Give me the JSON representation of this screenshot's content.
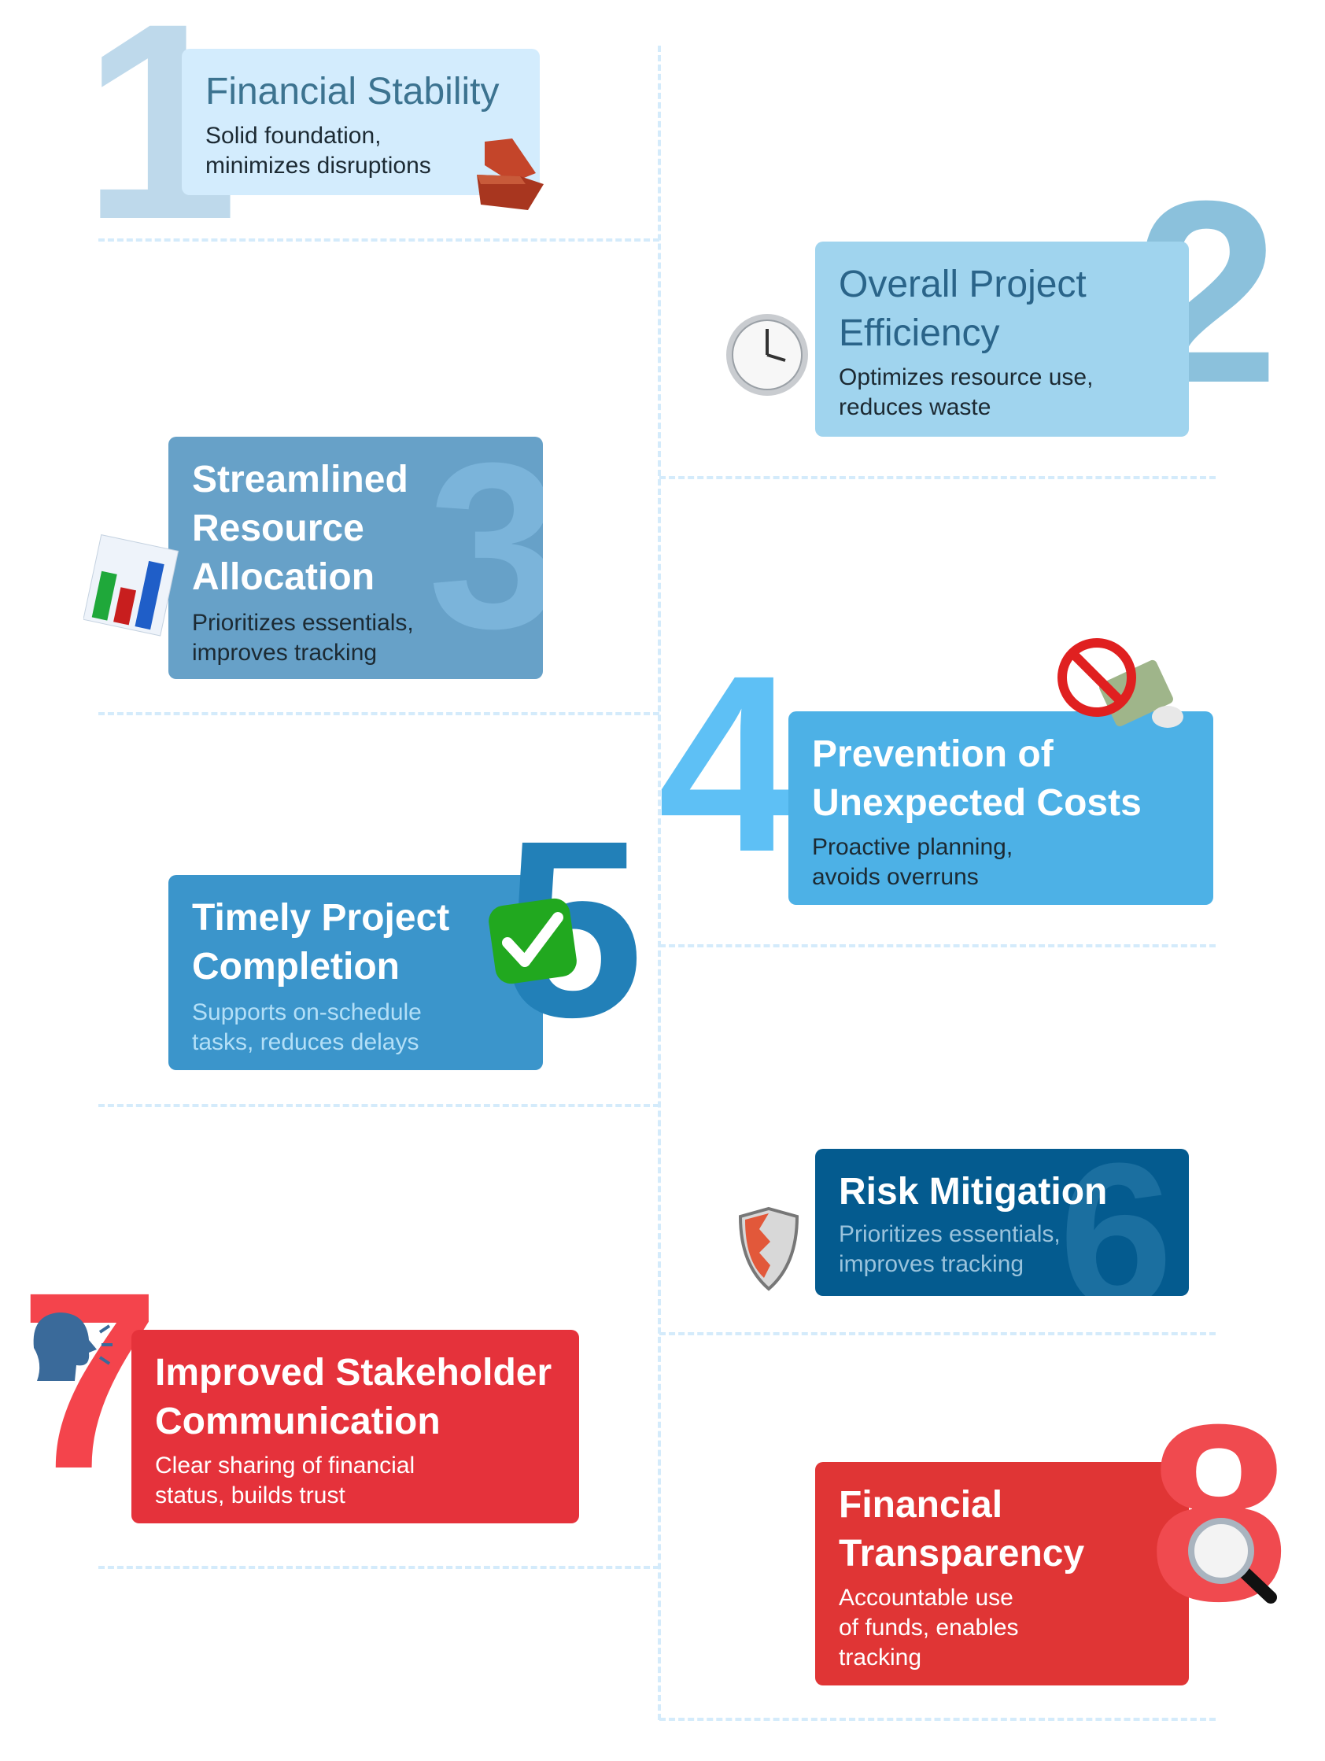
{
  "items": [
    {
      "number": "1",
      "title": "Financial Stability",
      "desc": "Solid foundation, minimizes disruptions",
      "icon": "brick-icon",
      "bg": "#d3ecfd",
      "title_color": "#3c7390",
      "desc_color": "#1c2a33",
      "num_color": "#bed9eb"
    },
    {
      "number": "2",
      "title": "Overall Project Efficiency",
      "desc": "Optimizes resource use, reduces waste",
      "icon": "clock-icon",
      "bg": "#a0d4ee",
      "title_color": "#2a6489",
      "desc_color": "#1c2a33",
      "num_color": "#8bc1dc"
    },
    {
      "number": "3",
      "title": "Streamlined Resource Allocation",
      "desc": "Prioritizes essentials, improves tracking",
      "icon": "bar-chart-icon",
      "bg": "#67a1c8",
      "title_color": "#ffffff",
      "desc_color": "#1c2a33",
      "num_color": "#7bb4da"
    },
    {
      "number": "4",
      "title": "Prevention of Unexpected Costs",
      "desc": "Proactive planning, avoids overruns",
      "icon": "no-money-icon",
      "bg": "#4db1e6",
      "title_color": "#ffffff",
      "desc_color": "#1c2a33",
      "num_color": "#5ec0f5"
    },
    {
      "number": "5",
      "title": "Timely Project Completion",
      "desc": "Supports on-schedule tasks, reduces delays",
      "icon": "check-mark-icon",
      "bg": "#3b95cb",
      "title_color": "#ffffff",
      "desc_color": "#b3dff7",
      "num_color": "#2280b8"
    },
    {
      "number": "6",
      "title": "Risk Mitigation",
      "desc": "Prioritizes essentials, improves tracking",
      "icon": "shield-icon",
      "bg": "#045b8f",
      "title_color": "#ffffff",
      "desc_color": "#9ac3dc",
      "num_color": "#1b6fa0"
    },
    {
      "number": "7",
      "title": "Improved Stakeholder Communication",
      "desc": "Clear sharing of financial status, builds trust",
      "icon": "speaking-head-icon",
      "bg": "#e5323b",
      "title_color": "#ffffff",
      "desc_color": "#ffffff",
      "num_color": "#f4444c"
    },
    {
      "number": "8",
      "title": "Financial Transparency",
      "desc": "Accountable use of funds, enables tracking",
      "icon": "magnifier-icon",
      "bg": "#e03535",
      "title_color": "#ffffff",
      "desc_color": "#ffffff",
      "num_color": "#f04a4f"
    }
  ]
}
